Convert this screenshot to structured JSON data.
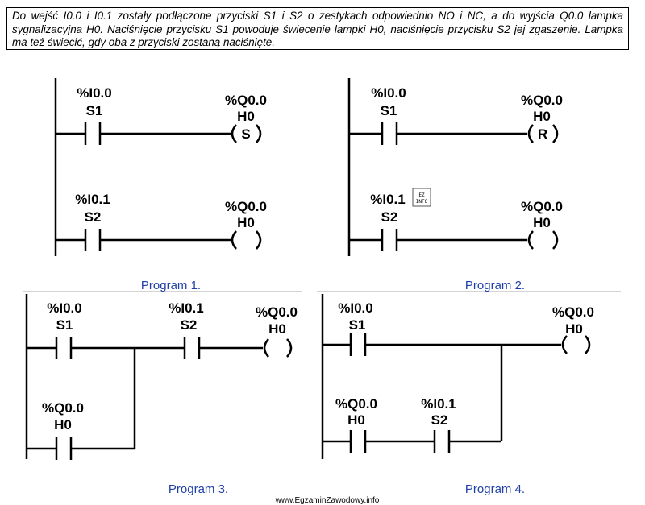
{
  "question": "Do wejść I0.0 i I0.1 zostały podłączone przyciski S1 i S2 o zestykach odpowiednio NO i NC, a do wyjścia Q0.0 lampka sygnalizacyjna H0. Naciśnięcie przycisku S1 powoduje świecenie lampki H0, naciśnięcie przycisku S2 jej zgaszenie. Lampka ma też świecić, gdy oba z przyciski zostaną naciśnięte.",
  "programs": [
    {
      "caption": "Program 1.",
      "rungs": [
        {
          "contact": {
            "address": "%I0.0",
            "name": "S1"
          },
          "coil": {
            "address": "%Q0.0",
            "name": "H0",
            "symbol": "S"
          }
        },
        {
          "contact": {
            "address": "%I0.1",
            "name": "S2"
          },
          "coil": {
            "address": "%Q0.0",
            "name": "H0",
            "symbol": ""
          }
        }
      ]
    },
    {
      "caption": "Program 2.",
      "rungs": [
        {
          "contact": {
            "address": "%I0.0",
            "name": "S1"
          },
          "coil": {
            "address": "%Q0.0",
            "name": "H0",
            "symbol": "R"
          }
        },
        {
          "contact": {
            "address": "%I0.1",
            "name": "S2"
          },
          "coil": {
            "address": "%Q0.0",
            "name": "H0",
            "symbol": ""
          }
        }
      ]
    },
    {
      "caption": "Program 3.",
      "contacts": [
        {
          "address": "%I0.0",
          "name": "S1"
        },
        {
          "address": "%I0.1",
          "name": "S2"
        },
        {
          "address": "%Q0.0",
          "name": "H0"
        }
      ],
      "coil": {
        "address": "%Q0.0",
        "name": "H0"
      }
    },
    {
      "caption": "Program 4.",
      "contacts": [
        {
          "address": "%I0.0",
          "name": "S1"
        },
        {
          "address": "%Q0.0",
          "name": "H0"
        },
        {
          "address": "%I0.1",
          "name": "S2"
        }
      ],
      "coil": {
        "address": "%Q0.0",
        "name": "H0"
      }
    }
  ],
  "watermark": "www.EgzaminZawodowy.info",
  "logo": "EZ INFO"
}
